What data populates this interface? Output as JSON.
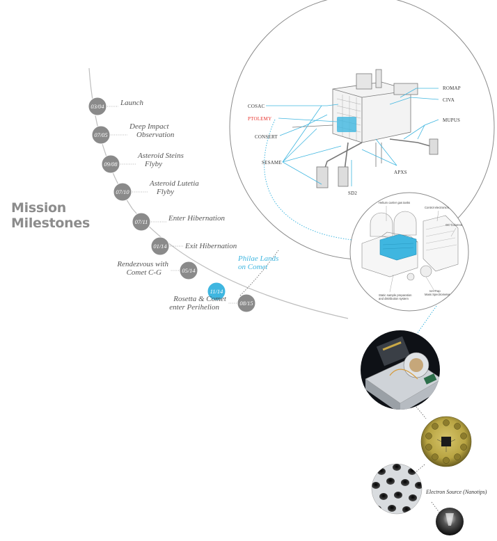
{
  "title_lines": [
    "Mission",
    "Milestones"
  ],
  "milestones": [
    {
      "date": "03/04",
      "label": [
        "Launch"
      ],
      "highlight": false
    },
    {
      "date": "07/05",
      "label": [
        "Deep Impact",
        "Observation"
      ],
      "highlight": false
    },
    {
      "date": "09/08",
      "label": [
        "Asteroid Steins",
        "Flyby"
      ],
      "highlight": false
    },
    {
      "date": "07/10",
      "label": [
        "Asteroid Lutetia",
        "Flyby"
      ],
      "highlight": false
    },
    {
      "date": "07/11",
      "label": [
        "Enter Hibernation"
      ],
      "highlight": false
    },
    {
      "date": "01/14",
      "label": [
        "Exit Hibernation"
      ],
      "highlight": false
    },
    {
      "date": "05/14",
      "label": [
        "Rendezvous with",
        "Comet C-G"
      ],
      "highlight": false
    },
    {
      "date": "11/14",
      "label": [
        "Philae Lands",
        "on Comet"
      ],
      "highlight": true
    },
    {
      "date": "08/15",
      "label": [
        "Rosetta & Comet",
        "enter Perihelion"
      ],
      "highlight": false
    }
  ],
  "instruments": {
    "romap": "ROMAP",
    "civa": "CIVA",
    "cosac": "COSAC",
    "ptolemy": "PTOLEMY",
    "mupus": "MUPUS",
    "consert": "CONSERT",
    "sesame": "SESAME",
    "apxs": "APXS",
    "sd2": "SD2"
  },
  "ptolemy_parts": {
    "helium_tanks": "Helium carrier gas tanks",
    "control_electronics": "Control electronics",
    "gc_columns": "GC Columns",
    "sample_prep": [
      "Static sample preparation",
      "and distribution system"
    ],
    "ion_trap": [
      "Ion-Trap",
      "Mass Spectrometer"
    ]
  },
  "electron_source_caption": "Electron Source (Nanotips)",
  "colors": {
    "milestone_circle": "#8a8a8a",
    "highlight": "#3fb6e0",
    "ptolemy_red": "#e8312b",
    "title_gray": "#8c8c8c"
  }
}
